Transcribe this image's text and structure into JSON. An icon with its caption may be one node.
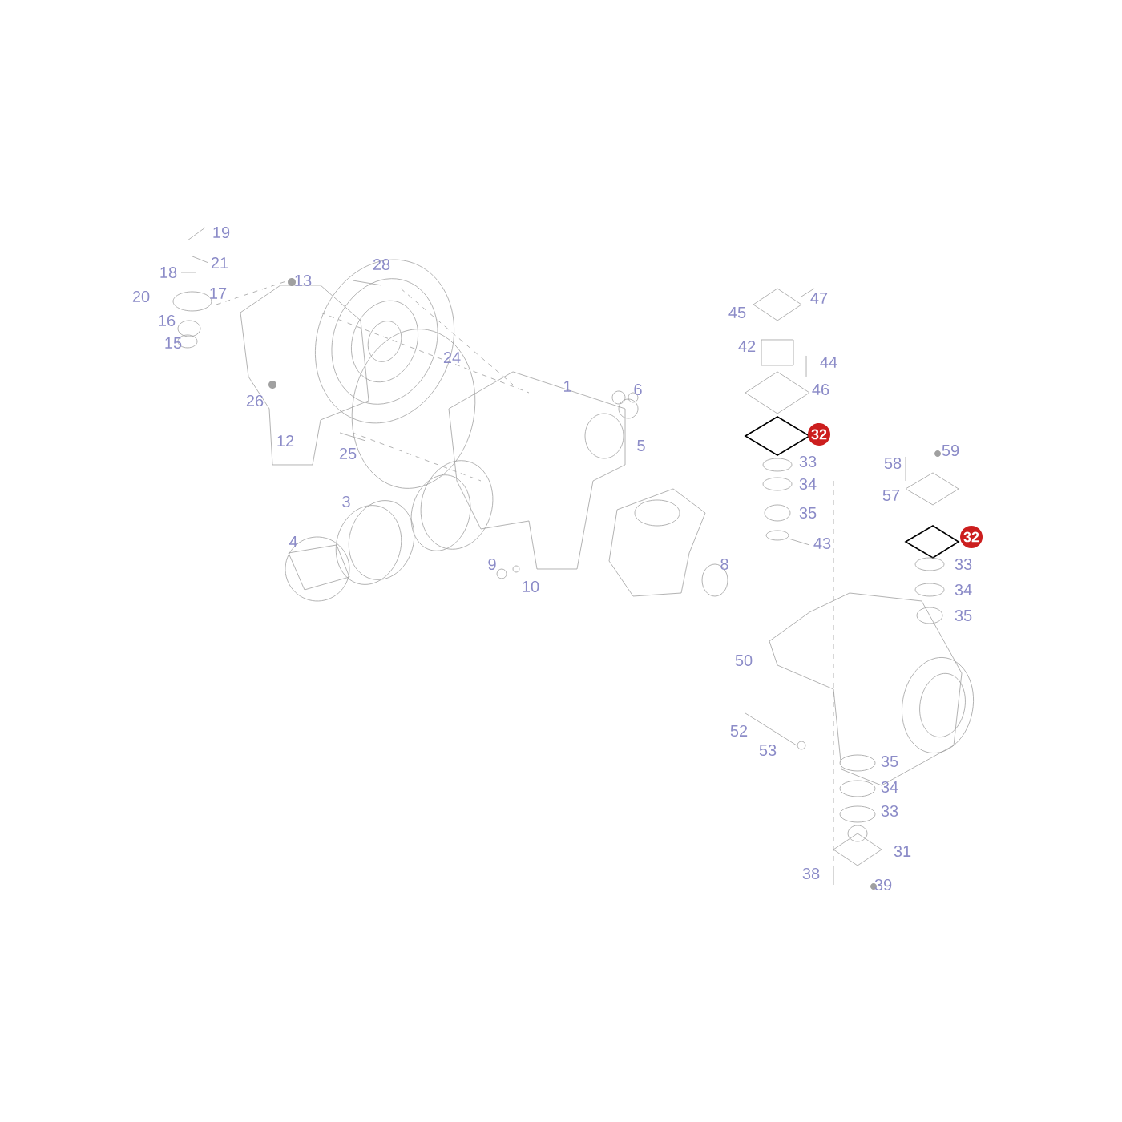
{
  "diagram": {
    "labels": [
      "19",
      "18",
      "21",
      "13",
      "28",
      "45",
      "47",
      "20",
      "17",
      "16",
      "15",
      "42",
      "44",
      "24",
      "46",
      "1",
      "6",
      "26",
      "5",
      "12",
      "25",
      "32",
      "59",
      "58",
      "33",
      "57",
      "34",
      "3",
      "4",
      "35",
      "43",
      "32",
      "8",
      "9",
      "33",
      "10",
      "34",
      "35",
      "50",
      "52",
      "53",
      "35",
      "34",
      "33",
      "31",
      "38",
      "39"
    ]
  }
}
